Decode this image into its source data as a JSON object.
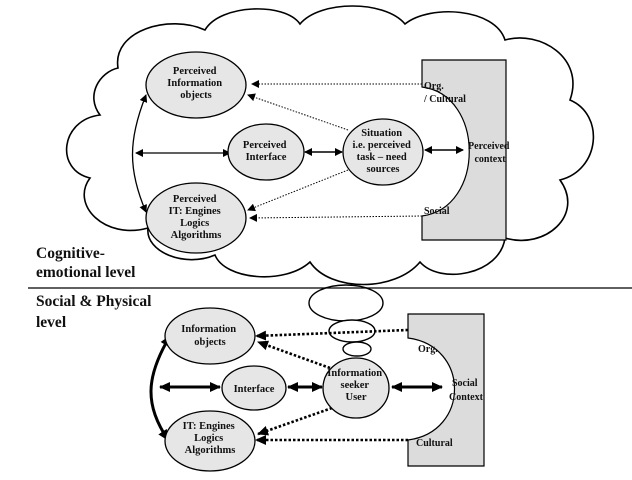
{
  "cognitive": {
    "level_label": [
      "Cognitive-",
      "emotional level"
    ],
    "nodes": {
      "info_objects": [
        "Perceived",
        "Information",
        "objects"
      ],
      "interface": [
        "Perceived",
        "Interface"
      ],
      "situation": [
        "Situation",
        "i.e. perceived",
        "task – need",
        "sources"
      ],
      "it": [
        "Perceived",
        "IT: Engines",
        "Logics",
        "Algorithms"
      ]
    },
    "context": {
      "org": [
        "Org.",
        "/ Cultural"
      ],
      "social": "Social",
      "perceived": [
        "Perceived",
        "context"
      ]
    }
  },
  "physical": {
    "level_label": [
      "Social & Physical",
      "level"
    ],
    "nodes": {
      "info_objects": [
        "Information",
        "objects"
      ],
      "interface": "Interface",
      "seeker": [
        "Information",
        "seeker",
        "User"
      ],
      "it": [
        "IT: Engines",
        "Logics",
        "Algorithms"
      ]
    },
    "context": {
      "org": "Org.",
      "cultural": "Cultural",
      "social": [
        "Social",
        "Context"
      ]
    }
  },
  "colors": {
    "node_fill": "#e6e6e6",
    "context_fill": "#dcdcdc",
    "stroke": "#000000",
    "background": "#ffffff"
  }
}
